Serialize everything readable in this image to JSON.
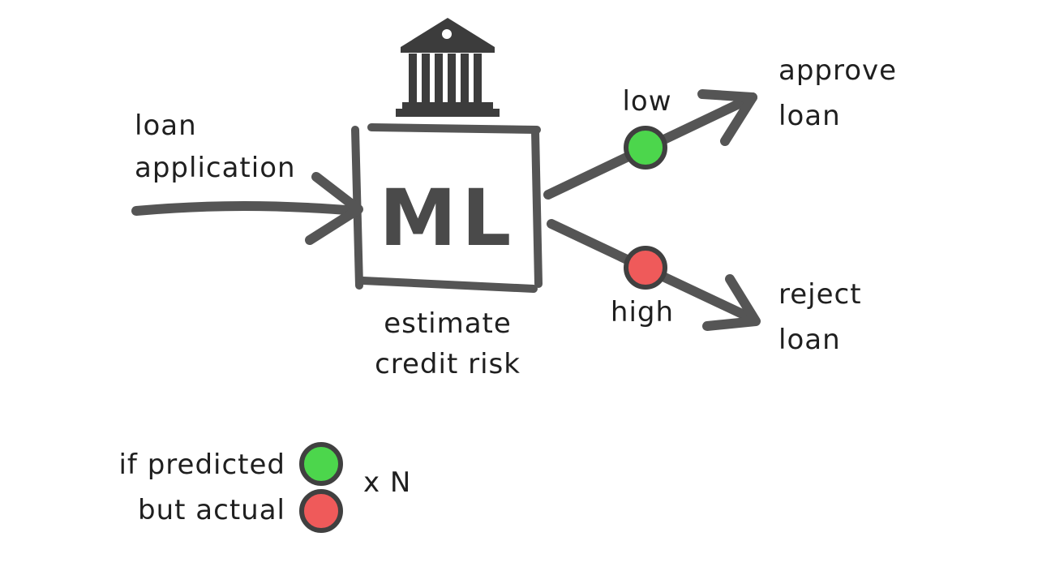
{
  "input": {
    "line1": "loan",
    "line2": "application"
  },
  "model": {
    "box_text": "ML",
    "caption_line1": "estimate",
    "caption_line2": "credit risk"
  },
  "outcomes": {
    "low": {
      "label": "low",
      "result_line1": "approve",
      "result_line2": "loan"
    },
    "high": {
      "label": "high",
      "result_line1": "reject",
      "result_line2": "loan"
    }
  },
  "legend": {
    "line1": "if predicted",
    "line2": "but actual",
    "multiplier": "x N"
  },
  "colors": {
    "stroke": "#555555",
    "text": "#1f1f1f",
    "green": "#4cd64c",
    "red": "#ef5a5a",
    "bank": "#3c3c3c"
  },
  "icons": {
    "institution": "bank-icon"
  }
}
